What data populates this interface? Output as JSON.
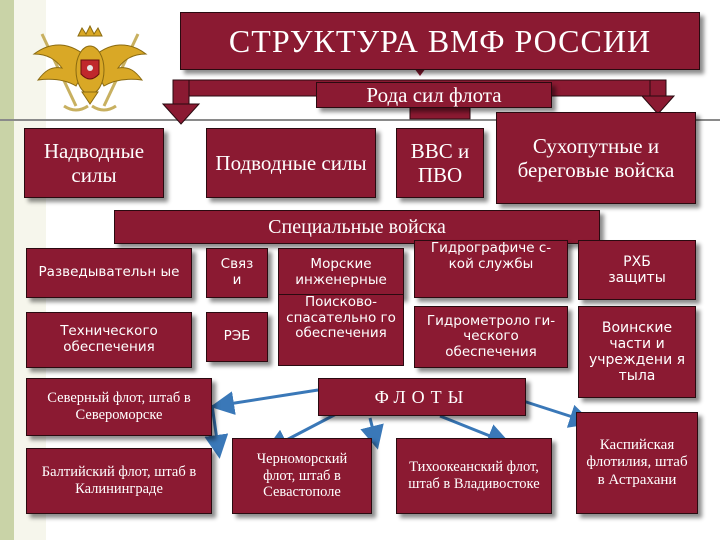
{
  "title": "СТРУКТУРА ВМФ РОССИИ",
  "subtitle": "Рода сил флота",
  "branches": [
    "Надводные силы",
    "Подводные силы",
    "ВВС и ПВО",
    "Сухопутные и береговые войска"
  ],
  "special_forces": "Специальные войска",
  "units": {
    "recon": "Разведывательн ые",
    "technical": "Технического обеспечения",
    "comms": "Связ и",
    "ew": "РЭБ",
    "marine_engineers": "Морские инженерные",
    "search_rescue": "Поисково-спасательно го обеспечения",
    "hydrographic": "Гидрографиче с-кой службы",
    "hydrometeo": "Гидрометроло ги-ческого обеспечения",
    "rkhb": "РХБ защиты",
    "rear": "Воинские части и учреждени я тыла"
  },
  "fleets_label": "ФЛОТЫ",
  "fleets": [
    "Северный флот, штаб в Североморске",
    "Балтийский флот, штаб в Калининграде",
    "Черноморский флот, штаб в Севастополе",
    "Тихоокеанский флот, штаб в Владивостоке",
    "Каспийская флотилия, штаб в Астрахани"
  ],
  "colors": {
    "box": "#8b1a32",
    "arrow": "#3a78b8",
    "stripe": "#c9d3a7"
  }
}
